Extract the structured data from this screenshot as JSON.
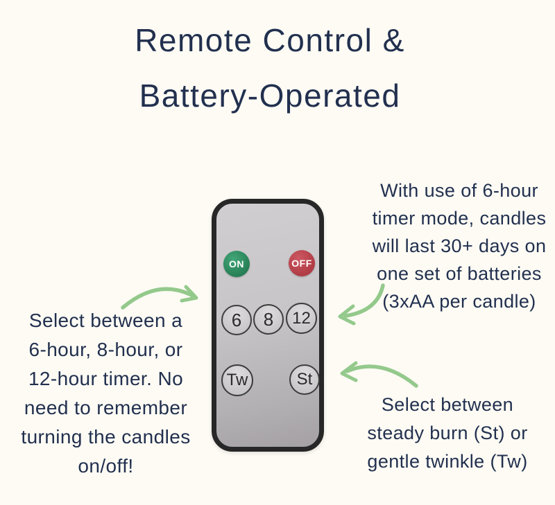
{
  "title": {
    "text": "Remote Control &\nBattery-Operated"
  },
  "notes": {
    "left": "Select between a\n6-hour, 8-hour, or\n12-hour timer. No\nneed to remember\nturning the candles\non/off!",
    "top_right": "With use of 6-hour\ntimer mode, candles\nwill last 30+ days on\none set of batteries\n(3xAA per candle)",
    "bottom_right": "Select between\nsteady burn (St) or\ngentle twinkle (Tw)"
  },
  "remote": {
    "on_label": "ON",
    "off_label": "OFF",
    "timer6_label": "6",
    "timer8_label": "8",
    "timer12_label": "12",
    "twinkle_label": "Tw",
    "steady_label": "St"
  },
  "colors": {
    "background": "#fdfbf4",
    "text_navy": "#22304f",
    "arrow_green": "#94c98c",
    "remote_border": "#272727",
    "on_green": "#2e9065",
    "off_red": "#bf4450"
  }
}
